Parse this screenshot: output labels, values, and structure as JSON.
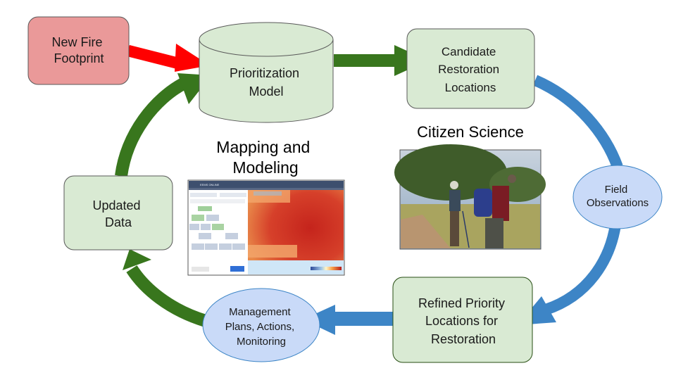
{
  "diagram": {
    "nodes": {
      "new_fire": {
        "lines": [
          "New Fire",
          "Footprint"
        ],
        "shape": "rounded-rect",
        "fill": "#ea9999"
      },
      "model": {
        "lines": [
          "Prioritization",
          "Model"
        ],
        "shape": "cylinder",
        "fill": "#d9ead3"
      },
      "candidate": {
        "lines": [
          "Candidate",
          "Restoration",
          "Locations"
        ],
        "shape": "rounded-rect",
        "fill": "#d9ead3"
      },
      "field_obs": {
        "lines": [
          "Field",
          "Observations"
        ],
        "shape": "ellipse",
        "fill": "#c9daf8"
      },
      "refined": {
        "lines": [
          "Refined Priority",
          "Locations for",
          "Restoration"
        ],
        "shape": "rounded-rect",
        "fill": "#d9ead3"
      },
      "management": {
        "lines": [
          "Management",
          "Plans, Actions,",
          "Monitoring"
        ],
        "shape": "ellipse",
        "fill": "#c9daf8"
      },
      "updated": {
        "lines": [
          "Updated",
          "Data"
        ],
        "shape": "rounded-rect",
        "fill": "#d9ead3"
      }
    },
    "sections": {
      "mapping": {
        "lines": [
          "Mapping and",
          "Modeling"
        ],
        "image": "web-map-screenshot",
        "app_title": "EEMS ONLINE"
      },
      "citizen": {
        "lines": [
          "Citizen Science"
        ],
        "image": "field-photo-hikers"
      }
    },
    "edges": [
      {
        "from": "new_fire",
        "to": "model",
        "color": "#ff0000"
      },
      {
        "from": "model",
        "to": "candidate",
        "color": "#38761d"
      },
      {
        "from": "candidate",
        "to": "field_obs",
        "color": "#3d85c6"
      },
      {
        "from": "field_obs",
        "to": "refined",
        "color": "#3d85c6"
      },
      {
        "from": "refined",
        "to": "management",
        "color": "#3d85c6"
      },
      {
        "from": "management",
        "to": "updated",
        "color": "#38761d"
      },
      {
        "from": "updated",
        "to": "model",
        "color": "#38761d"
      }
    ]
  }
}
